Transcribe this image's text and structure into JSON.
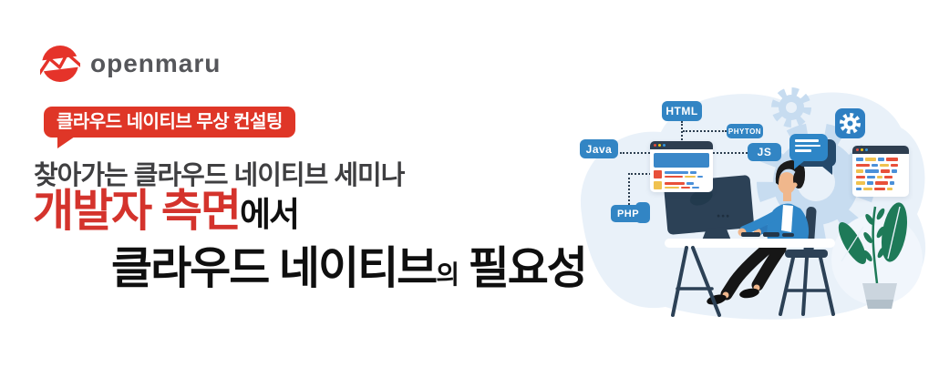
{
  "brand": {
    "name": "openmaru"
  },
  "badge": {
    "label": "클라우드 네이티브 무상 컨설팅"
  },
  "subtitle": {
    "text": "찾아가는 클라우드 네이티브 세미나"
  },
  "headline": {
    "line1_accent": "개발자 측면",
    "line1_rest": "에서",
    "line2_main": "클라우드 네이티브",
    "line2_particle": "의",
    "line2_rest": " 필요성"
  },
  "colors": {
    "brand_red": "#e5332a",
    "accent_red": "#d4332c",
    "badge_red": "#df3627",
    "tag_blue": "#3285c4",
    "navy": "#2c4156",
    "blob_blue": "#e9f1f9",
    "gear_light_blue": "#c7dcf0",
    "plant_green": "#1e7a58"
  },
  "illustration": {
    "tags": [
      {
        "label": "HTML"
      },
      {
        "label": "PHYTON"
      },
      {
        "label": "Java"
      },
      {
        "label": "JS"
      },
      {
        "label": "PHP"
      }
    ],
    "palette": {
      "red": "#e8503a",
      "yellow": "#f0c24f",
      "blue": "#4a90d9"
    },
    "windows": {
      "main": {
        "groups": [
          {
            "icon": "red",
            "lines": [
              [
                [
                  "blue",
                  26
                ],
                [
                  "blue",
                  7
                ]
              ],
              [
                [
                  "red",
                  20
                ],
                [
                  "yellow",
                  12
                ],
                [
                  "blue",
                  6
                ]
              ]
            ]
          },
          {
            "icon": "yellow",
            "lines": [
              [
                [
                  "red",
                  22
                ],
                [
                  "blue",
                  8
                ]
              ],
              [
                [
                  "yellow",
                  16
                ],
                [
                  "red",
                  10
                ],
                [
                  "blue",
                  8
                ]
              ]
            ]
          }
        ]
      },
      "side": {
        "rows": [
          [
            [
              "blue",
              8
            ],
            [
              "yellow",
              12
            ],
            [
              "blue",
              7
            ],
            [
              "red",
              13
            ]
          ],
          [
            [
              "red",
              15
            ],
            [
              "blue",
              7
            ],
            [
              "yellow",
              10
            ],
            [
              "red",
              8
            ]
          ],
          [
            [
              "yellow",
              8
            ],
            [
              "blue",
              15
            ],
            [
              "red",
              10
            ],
            [
              "blue",
              6
            ]
          ],
          [
            [
              "red",
              10
            ],
            [
              "blue",
              9
            ],
            [
              "yellow",
              6
            ],
            [
              "red",
              9
            ]
          ],
          [
            [
              "yellow",
              10
            ],
            [
              "blue",
              7
            ],
            [
              "red",
              14
            ],
            [
              "blue",
              5
            ]
          ],
          [
            [
              "blue",
              6
            ],
            [
              "yellow",
              10
            ],
            [
              "red",
              12
            ],
            [
              "yellow",
              6
            ]
          ]
        ]
      }
    },
    "speech_lines": [
      26,
      28,
      18
    ]
  }
}
